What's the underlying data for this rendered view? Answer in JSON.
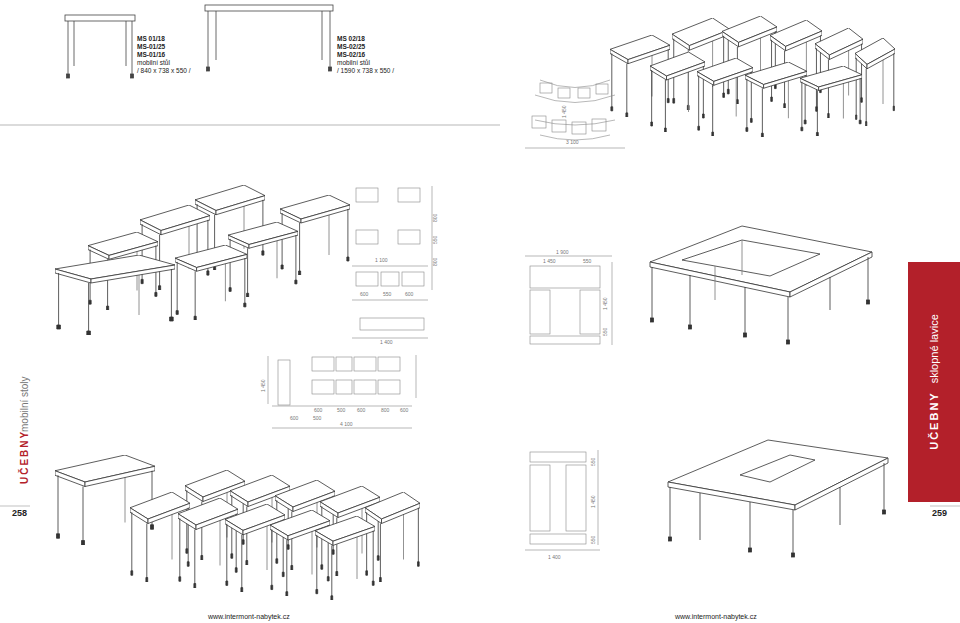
{
  "diagram": {
    "nodes": [
      {
        "text": [
          "UČEBNY",
          "sklopné lavice"
        ]
      }
    ],
    "labels": [
      "MS 01/18",
      "MS-01/25",
      "MS-01/16",
      "mobilní stůl",
      "/ 840 x 738 x 550 /",
      "MS 02/18",
      "MS-02/25",
      "MS-02/16",
      "mobilní stůl",
      "/ 1590 x 738 x 550 /",
      "1 450",
      "3 100",
      "1 100",
      "800",
      "550",
      "800",
      "600",
      "550",
      "600",
      "1 400",
      "1 900",
      "1 450",
      "550",
      "1 450",
      "550",
      "1 450",
      "600",
      "500",
      "600",
      "800",
      "600",
      "500",
      "600",
      "4 100",
      "550",
      "1 450",
      "550",
      "1 400",
      "UČEBNY",
      "mobilní stoly",
      "258",
      "259",
      "www.intermont-nabytek.cz",
      "www.intermont-nabytek.cz"
    ]
  }
}
